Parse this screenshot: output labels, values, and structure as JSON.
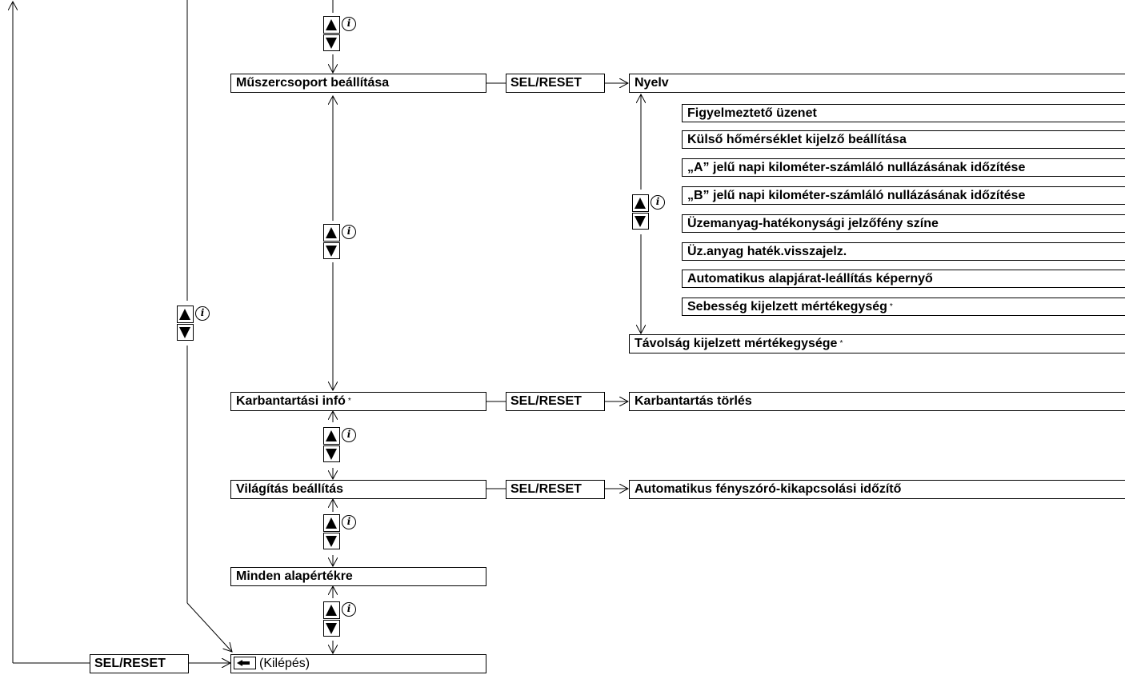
{
  "sel_reset_label": "SEL/RESET",
  "menu": {
    "musz": "Műszercsoport beállítása",
    "karb": "Karbantartási infó",
    "vilag": "Világítás beállítás",
    "minden": "Minden alapértékre",
    "exit": "(Kilépés)"
  },
  "submenu_musz": {
    "nyelv": "Nyelv",
    "items": [
      "Figyelmeztető üzenet",
      "Külső hőmérséklet kijelző beállítása",
      "„A” jelű napi kilométer-számláló nullázásának időzítése",
      "„B” jelű napi kilométer-számláló nullázásának időzítése",
      "Üzemanyag-hatékonysági jelzőfény színe",
      "Üz.anyag haték.visszajelz.",
      "Automatikus alapjárat-leállítás képernyő",
      "Sebesség kijelzett mértékegység"
    ],
    "tavolsag": "Távolság kijelzett mértékegysége"
  },
  "submenu_karb": "Karbantartás törlés",
  "submenu_vilag": "Automatikus fényszóró-kikapcsolási időzítő",
  "footnote_mark": "*",
  "info_glyph": "i"
}
